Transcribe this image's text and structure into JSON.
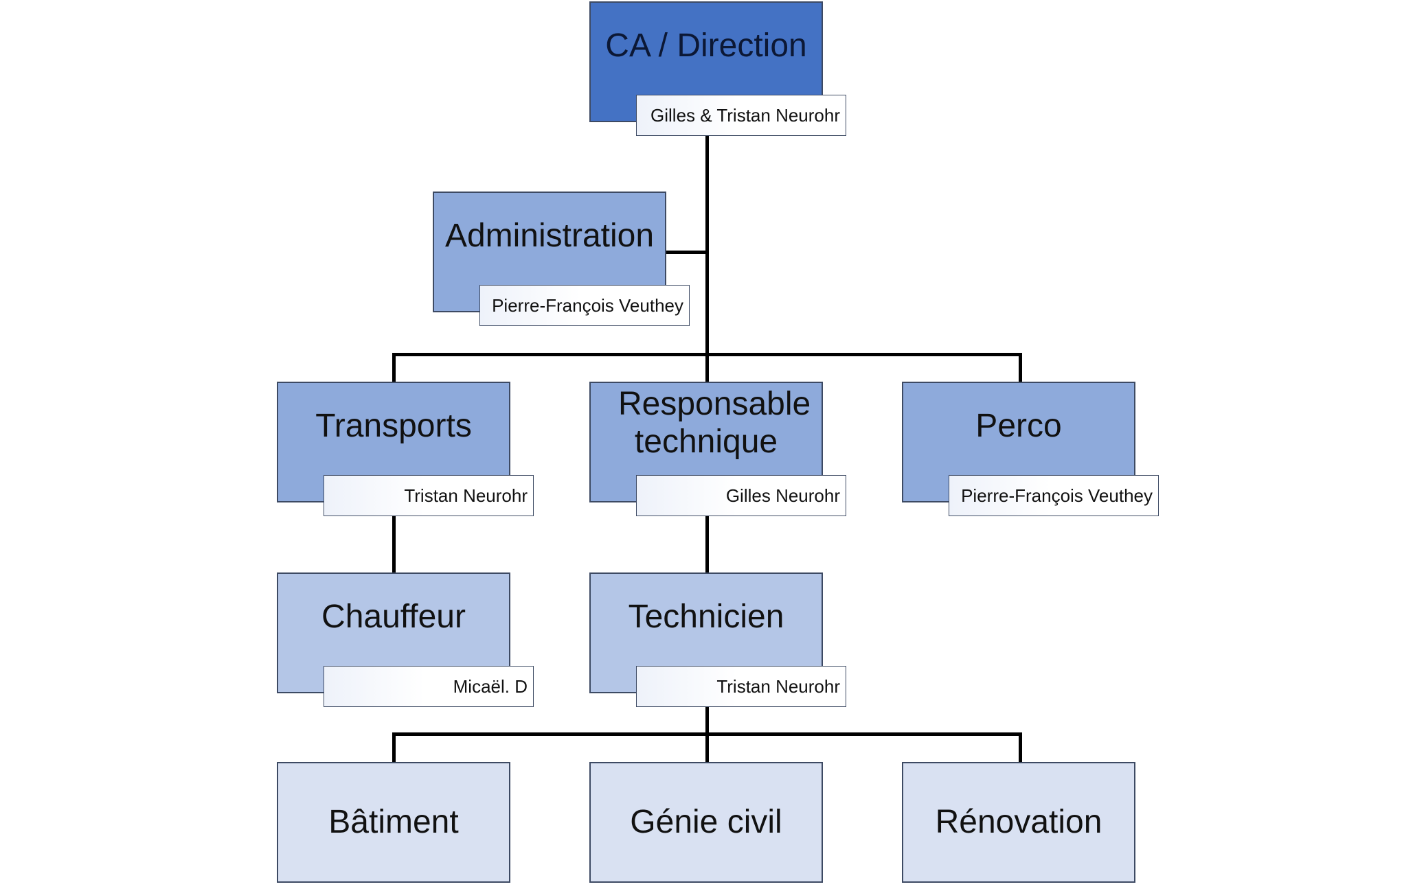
{
  "org_chart": {
    "direction": {
      "title": "CA / Direction",
      "name": "Gilles & Tristan Neurohr"
    },
    "administration": {
      "title": "Administration",
      "name": "Pierre-François Veuthey"
    },
    "transports": {
      "title": "Transports",
      "name": "Tristan Neurohr"
    },
    "responsable_technique": {
      "title": "Responsable technique",
      "name": "Gilles Neurohr"
    },
    "perco": {
      "title": "Perco",
      "name": "Pierre-François Veuthey"
    },
    "chauffeur": {
      "title": "Chauffeur",
      "name": "Micaël. D"
    },
    "technicien": {
      "title": "Technicien",
      "name": "Tristan Neurohr"
    },
    "batiment": {
      "title": "Bâtiment"
    },
    "genie_civil": {
      "title": "Génie civil"
    },
    "renovation": {
      "title": "Rénovation"
    }
  },
  "colors": {
    "level_0": "#4472c4",
    "level_1": "#8eaadb",
    "level_2": "#b4c6e7",
    "level_3": "#d9e1f2",
    "connector": "#000000"
  }
}
